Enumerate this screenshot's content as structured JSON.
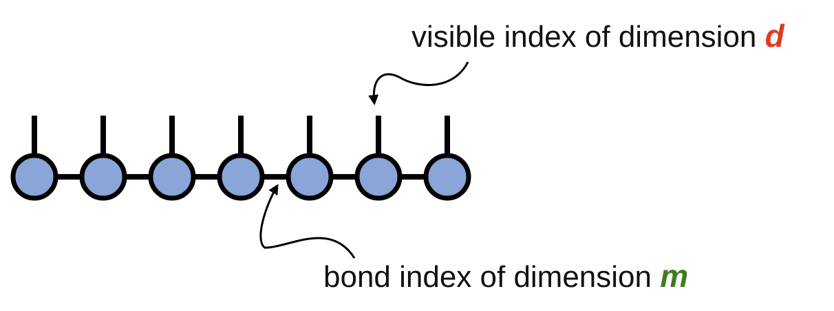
{
  "labels": {
    "visible": {
      "text": "visible index of dimension ",
      "variable": "d",
      "variable_color": "#e03a22"
    },
    "bond": {
      "text": "bond index of dimension ",
      "variable": "m",
      "variable_color": "#3e7d1e"
    }
  },
  "colors": {
    "node_fill": "#8aa6d8",
    "line": "#000000"
  },
  "nodes": 7
}
